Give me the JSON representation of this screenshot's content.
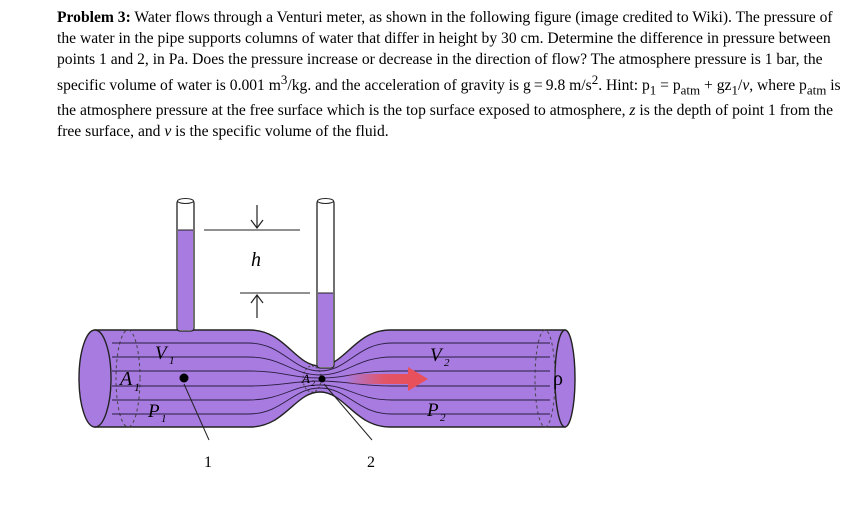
{
  "problem": {
    "label": "Problem 3:",
    "s1": " Water flows through a Venturi meter, as shown in the following figure (image credited to Wiki). The pressure of the water in the pipe supports columns of water that differ in height by 30 cm. Determine the difference in pressure between points 1 and 2, in Pa. Does the pressure increase or decrease in the direction of flow? The atmosphere pressure is 1 bar, the specific volume of water is 0.001 m",
    "sup3": "3",
    "s2": "/kg. and the acceleration of gravity is g = 9.8 m/s",
    "sup2": "2",
    "s3": ". Hint: p",
    "sub1a": "1",
    "s4": " = p",
    "subatm1": "atm",
    "s5": " + gz",
    "sub1b": "1",
    "s6": "/",
    "v1": "v",
    "s7": ", where p",
    "subatm2": "atm",
    "s8": " is the atmosphere pressure at the free surface which is the top surface exposed to atmosphere, ",
    "z": "z",
    "s9": " is the depth of point 1 from the free surface, and ",
    "v2": "v",
    "s10": " is the specific volume of the fluid."
  },
  "figure": {
    "h_label": "h",
    "A1": "A",
    "A1_sub": "1",
    "A2": "A",
    "A2_sub": "2",
    "V1": "V",
    "V1_sub": "1",
    "V2": "V",
    "V2_sub": "2",
    "P1": "P",
    "P1_sub": "1",
    "P2": "P",
    "P2_sub": "2",
    "rho": "ρ",
    "point1": "1",
    "point2": "2",
    "colors": {
      "pipe": "#a77be0",
      "pipe_dark": "#8c5fd0",
      "arrow": "#e8505b"
    }
  }
}
